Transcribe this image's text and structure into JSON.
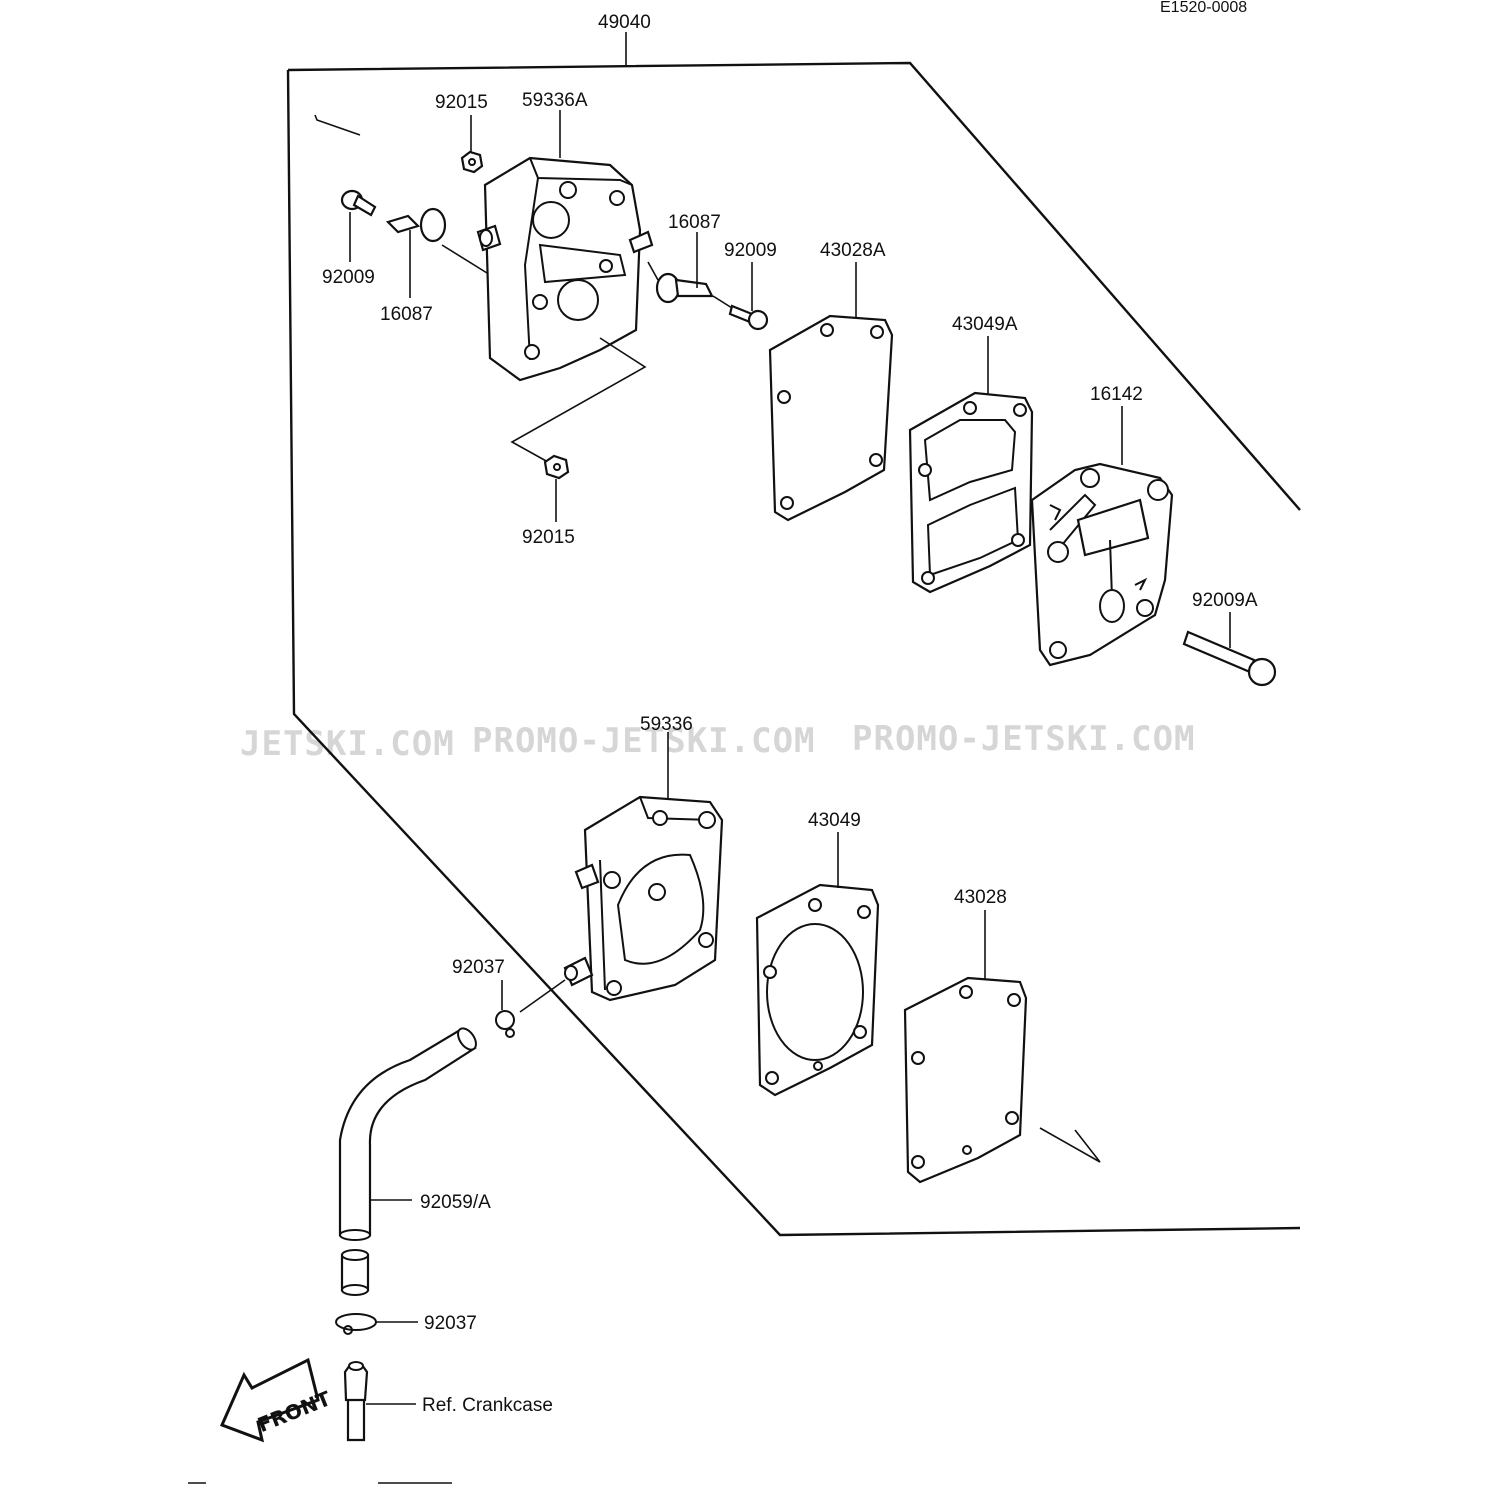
{
  "drawing_code": "E1520-0008",
  "assembly_label": "49040",
  "watermark": [
    "JETSKI.COM",
    "PROMO-JETSKI.COM",
    "PROMO-JETSKI.COM"
  ],
  "front_label": "FRONT",
  "labels": {
    "p92015_top": "92015",
    "p59336A": "59336A",
    "p92009_left": "92009",
    "p16087_left": "16087",
    "p16087_right": "16087",
    "p92009_right": "92009",
    "p43028A": "43028A",
    "p43049A": "43049A",
    "p16142": "16142",
    "p92015_bottom": "92015",
    "p92009A": "92009A",
    "p59336": "59336",
    "p43049": "43049",
    "p43028": "43028",
    "p92037_top": "92037",
    "p92059A": "92059/A",
    "p92037_bottom": "92037",
    "ref_crankcase": "Ref. Crankcase"
  }
}
